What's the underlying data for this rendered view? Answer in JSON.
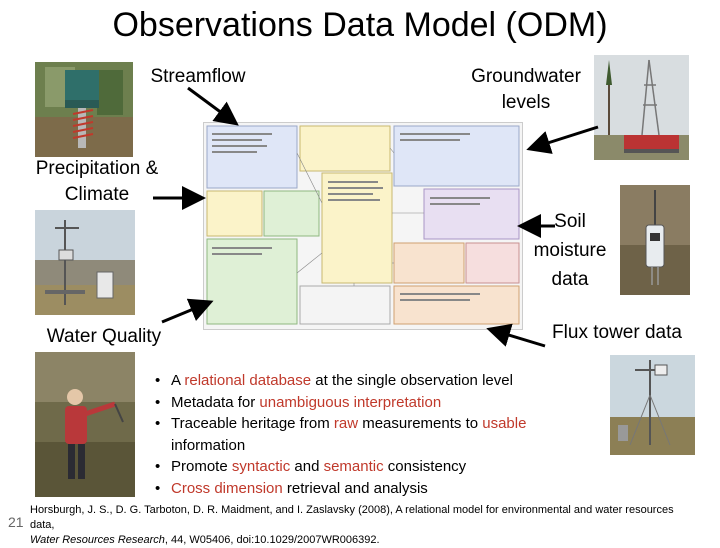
{
  "title": "Observations Data Model (ODM)",
  "labels": {
    "streamflow": "Streamflow",
    "groundwater": "Groundwater levels",
    "precipitation": "Precipitation & Climate",
    "soil": "Soil moisture data",
    "water_quality": "Water Quality",
    "flux": "Flux tower data"
  },
  "bullets": {
    "b1": {
      "pre": "A ",
      "hl": "relational database",
      "post": " at the single observation level"
    },
    "b2": {
      "pre": "Metadata for ",
      "hl": "unambiguous interpretation",
      "post": ""
    },
    "b3": {
      "pre": "Traceable heritage from ",
      "hl": "raw",
      "mid": " measurements to ",
      "hl2": "usable",
      "post": " information"
    },
    "b4": {
      "pre": "Promote ",
      "hl": "syntactic",
      "mid": " and ",
      "hl2": "semantic",
      "post": " consistency"
    },
    "b5": {
      "hl": "Cross dimension",
      "post": " retrieval and analysis"
    }
  },
  "citation": {
    "line1": "Horsburgh, J. S., D. G. Tarboton, D. R. Maidment, and I. Zaslavsky (2008), A relational model for environmental and water resources data,",
    "line2_journal": "Water Resources Research",
    "line2_rest": ", 44, W05406, doi:10.1029/2007WR006392."
  },
  "slide_number": "21",
  "colors": {
    "highlight": "#c0392b",
    "diagram_blue": "#dfe6f7",
    "diagram_yellow": "#fbf3c9",
    "diagram_green": "#dff0d6",
    "diagram_purple": "#e8dff2",
    "diagram_orange": "#f8e3cf",
    "diagram_pink": "#f6dede"
  },
  "icons": {
    "stream_gauge": "stream-gauge-photo",
    "rain_gauge": "rain-gauge-photo",
    "sampling": "water-sampling-photo",
    "drill_rig": "drill-rig-photo",
    "soil_probe": "soil-probe-photo",
    "flux_tower": "flux-tower-photo",
    "odm_schema": "odm-schema-diagram"
  }
}
